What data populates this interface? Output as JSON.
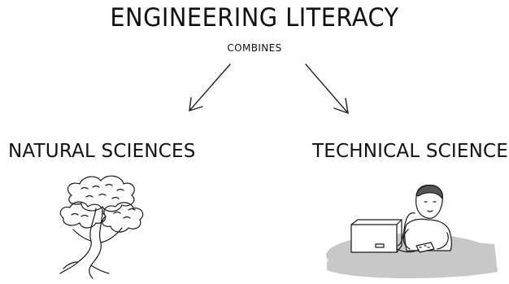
{
  "title": "ENGINEERING LITERACY",
  "connector": "COMBINES",
  "branches": [
    {
      "label": "NATURAL SCIENCES",
      "illustration": "tree-drawing"
    },
    {
      "label": "TECHNICAL SCIENCES",
      "illustration": "person-at-workbench-drawing"
    }
  ],
  "colors": {
    "ink": "#111111",
    "shadow": "#c8c8c8",
    "background": "#ffffff"
  }
}
